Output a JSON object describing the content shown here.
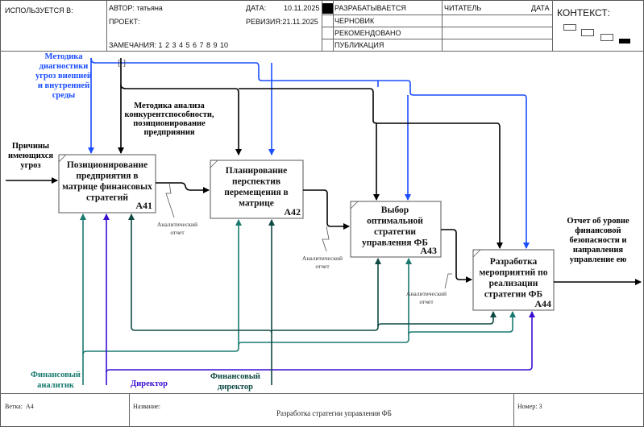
{
  "header": {
    "used_in": "ИСПОЛЬЗУЕТСЯ В:",
    "author_label": "АВТОР:",
    "author": "татьяна",
    "project_label": "ПРОЕКТ:",
    "project": "",
    "date_label": "ДАТА:",
    "date": "10.11.2025",
    "revision_label": "РЕВИЗИЯ:",
    "revision": "21.11.2025",
    "notes_label": "ЗАМЕЧАНИЯ:",
    "notes_numbers": "1  2  3  4  5  6  7  8  9  10",
    "status": [
      "РАЗРАБАТЫВАЕТСЯ",
      "ЧЕРНОВИК",
      "РЕКОМЕНДОВАНО",
      "ПУБЛИКАЦИЯ"
    ],
    "reader_label": "ЧИТАТЕЛЬ",
    "reader_date_label": "ДАТА",
    "context_label": "КОНТЕКСТ:"
  },
  "diagram": {
    "boxes": [
      {
        "id": "A41",
        "lines": [
          "Позиционирование",
          "предприятия в",
          "матрице финансовых",
          "стратегий"
        ]
      },
      {
        "id": "A42",
        "lines": [
          "Планирование",
          "перспектив",
          "перемещения в",
          "матрице"
        ]
      },
      {
        "id": "A43",
        "lines": [
          "Выбор",
          "оптимальной",
          "стратегии",
          "управления ФБ"
        ]
      },
      {
        "id": "A44",
        "lines": [
          "Разработка",
          "мероприятий по",
          "реализации",
          "стратегии ФБ"
        ]
      }
    ],
    "input_label": [
      "Причины",
      "имеющихся",
      "угроз"
    ],
    "control_blue_label": [
      "Методика",
      "диагностики",
      "угроз внешней",
      "и внутренней",
      "среды"
    ],
    "control_black_label": [
      "Методика анализа",
      "конкурентспособности,",
      "позиционирование",
      "предприяния"
    ],
    "output_label": [
      "Отчет об уровне",
      "финансовой",
      "безопасности и",
      "направления",
      "управление ею"
    ],
    "intermediate_label": [
      "Аналитический",
      "отчет"
    ],
    "tunnel_marker": "[ ]",
    "mechanisms": {
      "analyst": [
        "Финансовый",
        "аналитик"
      ],
      "director": [
        "Директор"
      ],
      "fin_director": [
        "Финансовый",
        "директор"
      ]
    },
    "colors": {
      "black": "#000000",
      "blue": "#1a4dff",
      "analyst": "#1a7a70",
      "director": "#3a10d0",
      "fin_director": "#0f4a44"
    }
  },
  "footer": {
    "node_label": "Ветка:",
    "node": "А4",
    "title_label": "Название:",
    "title": "Разработка стратегии управления ФБ",
    "number_label": "Номер:",
    "number": "3"
  }
}
